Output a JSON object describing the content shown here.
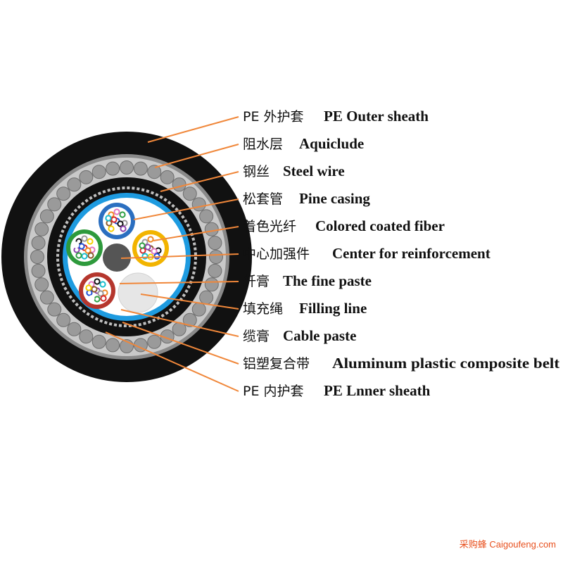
{
  "labels": [
    {
      "cn": "PE 外护套",
      "en": "PE Outer sheath"
    },
    {
      "cn": "阻水层",
      "en": "Aquiclude"
    },
    {
      "cn": "钢丝",
      "en": "Steel wire"
    },
    {
      "cn": "松套管",
      "en": "Pine casing"
    },
    {
      "cn": "着色光纤",
      "en": "Colored coated fiber"
    },
    {
      "cn": "中心加强件",
      "en": "Center for reinforcement"
    },
    {
      "cn": "纤膏",
      "en": "The fine paste"
    },
    {
      "cn": "填充绳",
      "en": "Filling line"
    },
    {
      "cn": "缆膏",
      "en": "Cable paste"
    },
    {
      "cn": "铝塑复合带",
      "en": "Aluminum plastic composite belt"
    },
    {
      "cn": "PE 内护套",
      "en": "PE Lnner sheath"
    }
  ],
  "watermark": "采购蜂 Caigoufeng.com",
  "colors": {
    "leader": "#f0873a",
    "outer_sheath": "#111111",
    "steel_wire": "#9a9a9a",
    "tube_blue": "#2b6fc0",
    "tube_yellow": "#f2b400",
    "tube_green": "#2e9a3c",
    "tube_red": "#b5362d",
    "cable_paste": "#1e9be0",
    "center_member": "#555555",
    "filling_line": "#e6e6e6",
    "watermark": "#e8501e"
  }
}
